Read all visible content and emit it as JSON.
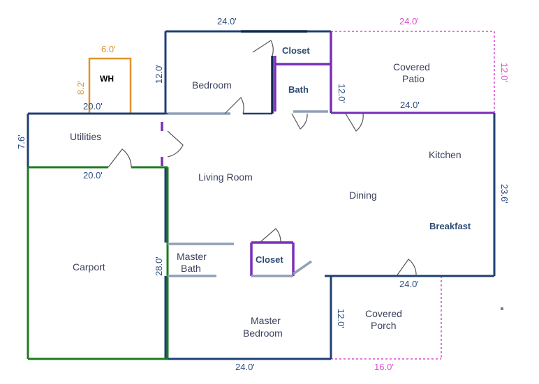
{
  "rooms": {
    "bedroom": "Bedroom",
    "closet_top": "Closet",
    "bath": "Bath",
    "covered_patio_line1": "Covered",
    "covered_patio_line2": "Patio",
    "utilities": "Utilities",
    "wh": "WH",
    "living_room": "Living Room",
    "kitchen": "Kitchen",
    "dining": "Dining",
    "breakfast": "Breakfast",
    "carport": "Carport",
    "master_bath_line1": "Master",
    "master_bath_line2": "Bath",
    "closet_bottom": "Closet",
    "master_bedroom_line1": "Master",
    "master_bedroom_line2": "Bedroom",
    "covered_porch_line1": "Covered",
    "covered_porch_line2": "Porch"
  },
  "dimensions": {
    "top_bedroom_width": "24.0'",
    "top_patio_width": "24.0'",
    "wh_width": "6.0'",
    "wh_height": "8.2'",
    "bedroom_height": "12.0'",
    "bath_height": "12.0'",
    "patio_height": "12.0'",
    "utilities_top_width": "20.0'",
    "utilities_height": "7.6'",
    "patio_bottom_width": "24.0'",
    "utilities_bottom_width": "20.0'",
    "kitchen_height": "23.6'",
    "carport_height": "28.0'",
    "porch_top_width": "24.0'",
    "porch_height": "12.0'",
    "bottom_width": "24.0'",
    "porch_bottom_width": "16.0'"
  },
  "colors": {
    "wall": "#1f3f73",
    "carport": "#1f7a1f",
    "bath_closet": "#7a2fb8",
    "patio": "#d94fd0",
    "wh": "#e0932c",
    "door": "#6e7a8a",
    "dark_wall": "#0f2a4d"
  }
}
